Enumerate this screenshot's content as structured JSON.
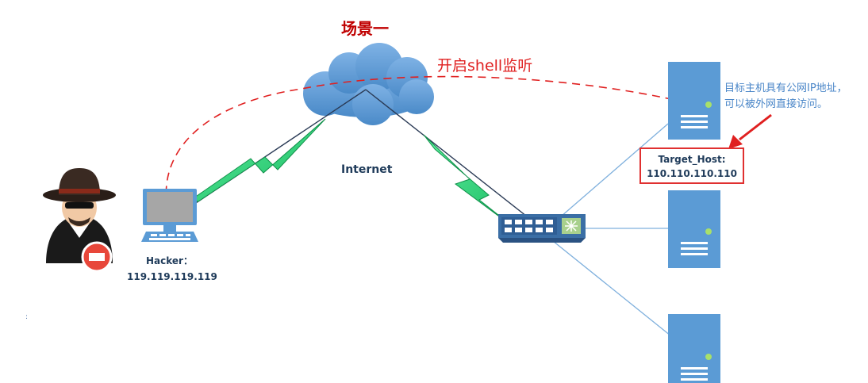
{
  "scene_title": "场景一",
  "shell_label": "开启shell监听",
  "internet_label": "Internet",
  "hacker": {
    "label": "Hacker：",
    "ip": "119.119.119.119"
  },
  "target": {
    "label": "Target_Host:",
    "ip": "110.110.110.110"
  },
  "note": "目标主机具有公网IP地址，可以被外网直接访问。",
  "stray_mark": ":",
  "colors": {
    "title_red": "#c00000",
    "dashed_red": "#e02020",
    "cloud_blue": "#5b9bd5",
    "server_blue": "#5b9bd5",
    "link_blue": "#6fa8dc",
    "lightning_green": "#3ddc84",
    "note_blue": "#4a86c8"
  },
  "icons": [
    "hacker-icon",
    "laptop-icon",
    "cloud-icon",
    "switch-icon",
    "server-icon",
    "lightning-icon",
    "arrow-icon"
  ]
}
